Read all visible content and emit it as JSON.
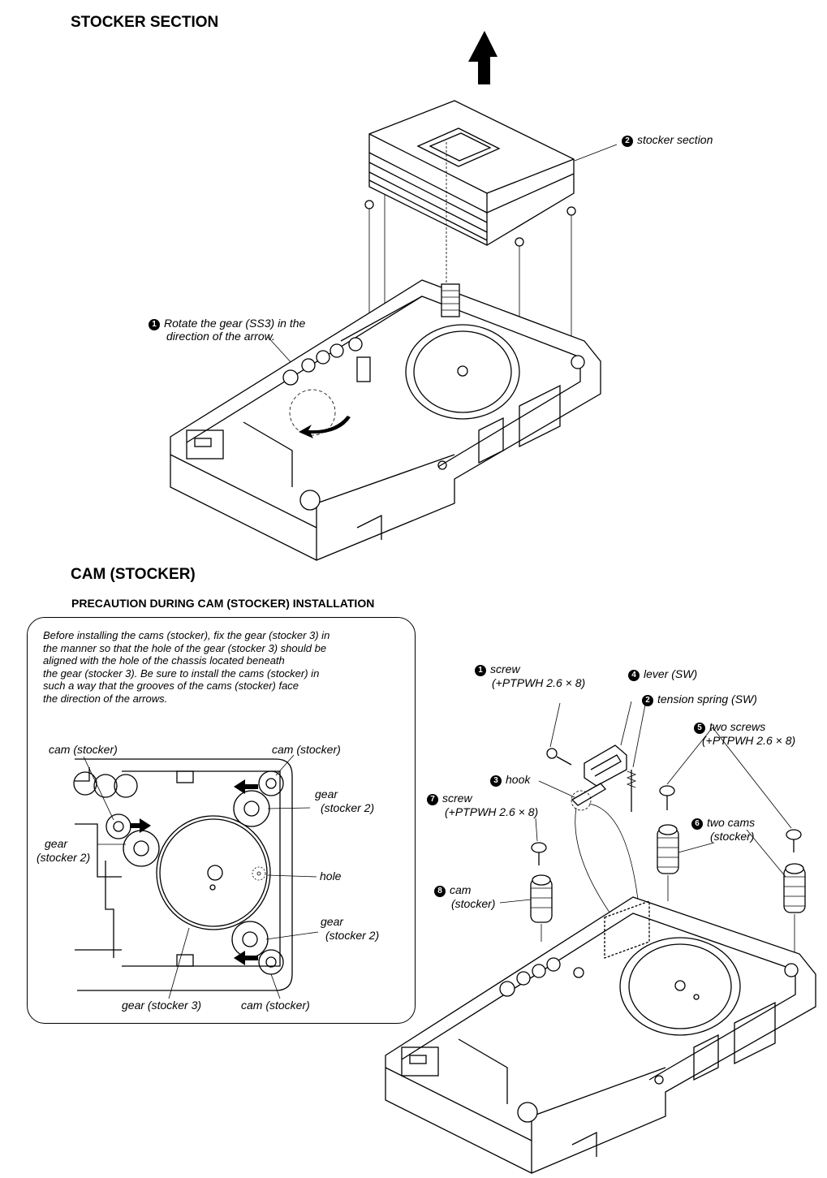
{
  "headings": {
    "stocker_section": "STOCKER SECTION",
    "cam_stocker": "CAM (STOCKER)",
    "precaution": "PRECAUTION DURING CAM (STOCKER) INSTALLATION"
  },
  "top_diagram": {
    "step1": {
      "num": "1",
      "line1": "Rotate the gear (SS3) in the",
      "line2": "direction of the arrow."
    },
    "step2": {
      "num": "2",
      "text": "stocker section"
    }
  },
  "note_lines": [
    "Before installing the cams (stocker), fix the gear (stocker 3) in",
    "the manner so that the hole of the gear (stocker 3) should be",
    "aligned with the hole of the chassis located beneath",
    "the gear (stocker 3). Be sure to install the cams (stocker) in",
    "such a way that the grooves of the cams (stocker) face",
    "the direction of the arrows."
  ],
  "inset_labels": {
    "cam_tl": "cam (stocker)",
    "cam_tr": "cam (stocker)",
    "gear_r1_a": "gear",
    "gear_r1_b": "(stocker 2)",
    "gear_l_a": "gear",
    "gear_l_b": "(stocker 2)",
    "hole": "hole",
    "gear_r2_a": "gear",
    "gear_r2_b": "(stocker 2)",
    "gear3": "gear (stocker 3)",
    "cam_br": "cam (stocker)"
  },
  "bottom_diagram": {
    "p1": {
      "num": "1",
      "a": "screw",
      "b": "(+PTPWH 2.6 × 8)"
    },
    "p2": {
      "num": "2",
      "a": "tension spring (SW)"
    },
    "p3": {
      "num": "3",
      "a": "hook"
    },
    "p4": {
      "num": "4",
      "a": "lever (SW)"
    },
    "p5": {
      "num": "5",
      "a": "two screws",
      "b": "(+PTPWH 2.6 × 8)"
    },
    "p6": {
      "num": "6",
      "a": "two cams",
      "b": "(stocker)"
    },
    "p7": {
      "num": "7",
      "a": "screw",
      "b": "(+PTPWH 2.6 × 8)"
    },
    "p8": {
      "num": "8",
      "a": "cam",
      "b": "(stocker)"
    }
  }
}
